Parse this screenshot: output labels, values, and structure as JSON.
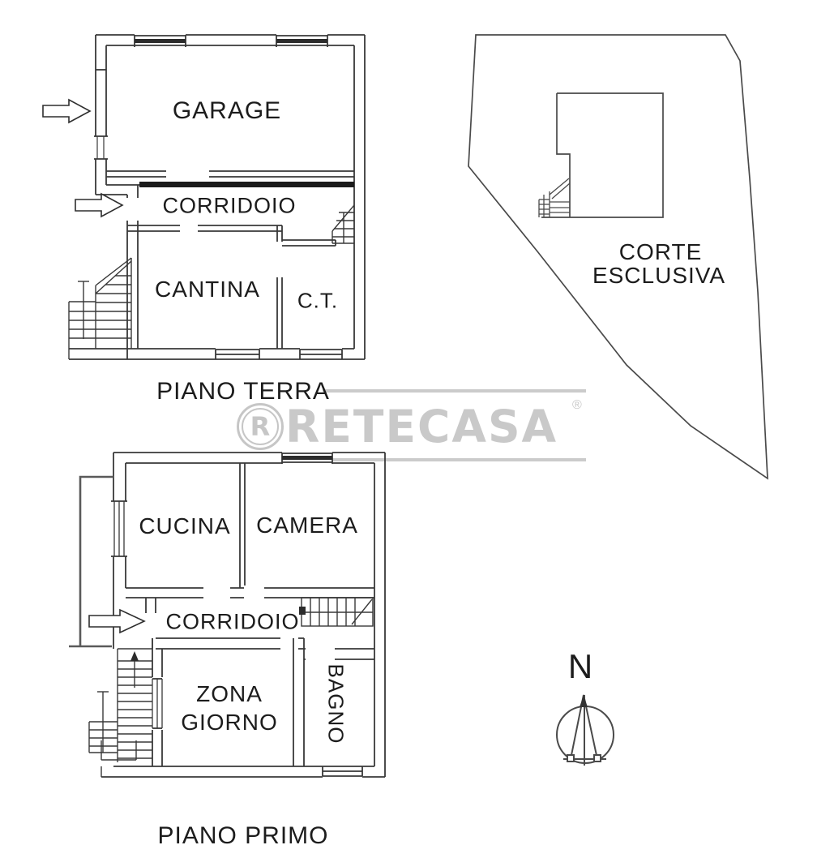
{
  "colors": {
    "ink": "#383838",
    "wall_dark": "#1b1b1b",
    "watermark": "#c8c8c8"
  },
  "ground_floor": {
    "caption": "PIANO TERRA",
    "rooms": {
      "garage": "GARAGE",
      "corridoio": "CORRIDOIO",
      "cantina": "CANTINA",
      "ct": "C.T."
    }
  },
  "first_floor": {
    "caption": "PIANO PRIMO",
    "rooms": {
      "cucina": "CUCINA",
      "camera": "CAMERA",
      "corridoio": "CORRIDOIO",
      "zona_line1": "ZONA",
      "zona_line2": "GIORNO",
      "bagno": "BAGNO"
    }
  },
  "courtyard": {
    "line1": "CORTE",
    "line2": "ESCLUSIVA"
  },
  "compass": {
    "north": "N"
  },
  "watermark": {
    "brand": "RETECASA",
    "registered": "®",
    "logo_letter": "R"
  }
}
